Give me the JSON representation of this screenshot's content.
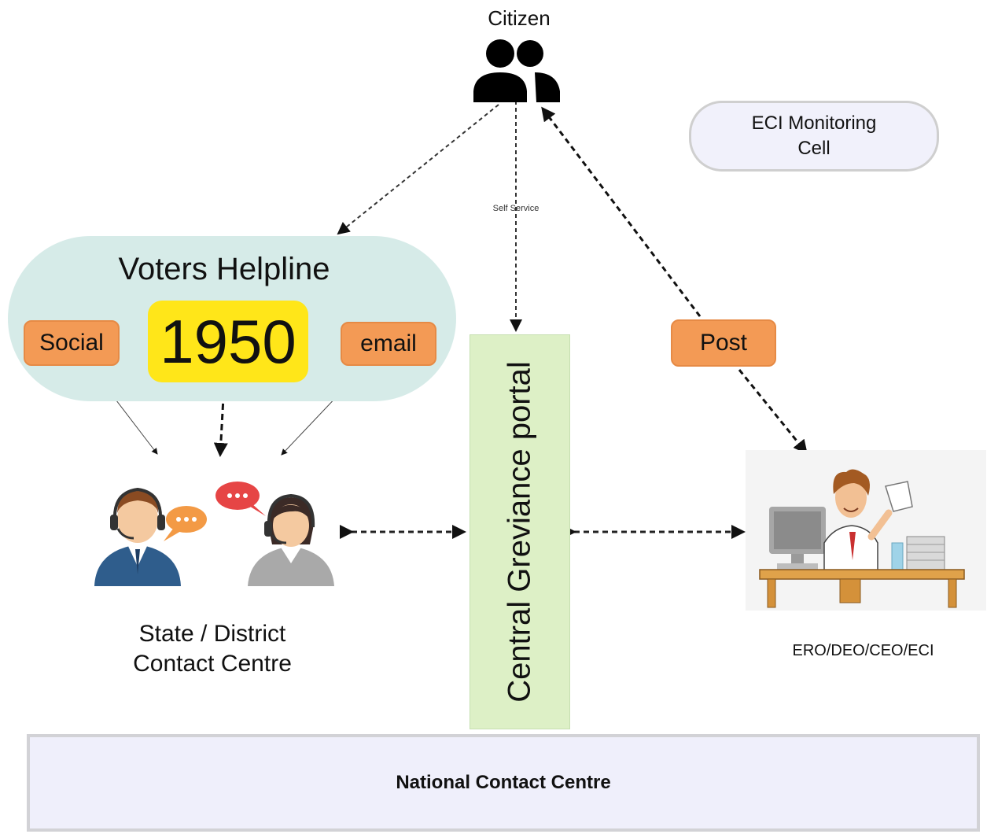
{
  "citizen": {
    "label": "Citizen"
  },
  "eci_cell": {
    "label": "ECI Monitoring Cell"
  },
  "self_service": {
    "label": "Self Service"
  },
  "helpline": {
    "title": "Voters Helpline",
    "number": "1950",
    "social": "Social",
    "email": "email"
  },
  "post": {
    "label": "Post"
  },
  "portal": {
    "label": "Central Greviance portal"
  },
  "state_centre": {
    "label_line1": "State / District",
    "label_line2": "Contact Centre"
  },
  "ero": {
    "label": "ERO/DEO/CEO/ECI"
  },
  "national": {
    "label": "National Contact Centre"
  },
  "colors": {
    "helpline_bg": "#d6ebe8",
    "orange": "#f39a55",
    "yellow": "#ffe619",
    "portal_bg": "#ddf0c6",
    "ncc_bg": "#efeffb"
  },
  "icons": {
    "citizen": "people-icon",
    "agents": "call-centre-agents-icon",
    "officer": "office-desk-worker-icon"
  }
}
